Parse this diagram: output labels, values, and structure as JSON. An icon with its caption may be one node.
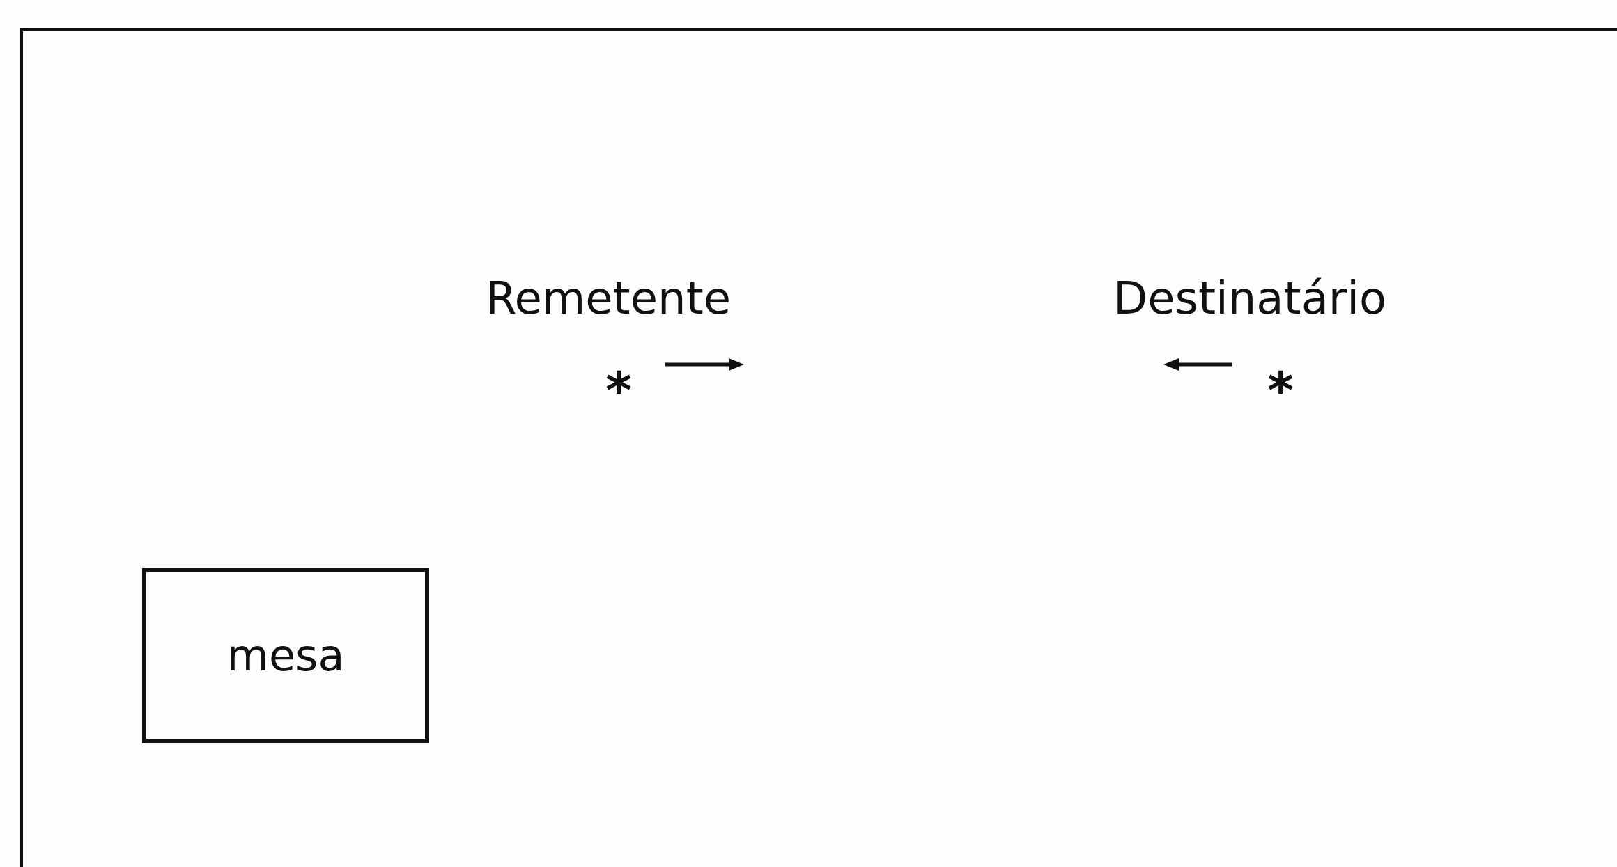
{
  "diagram": {
    "nodes": [
      {
        "text": [
          "mesa"
        ]
      }
    ],
    "labels": [
      "Remetente",
      "Destinatário",
      "*",
      "*"
    ]
  }
}
